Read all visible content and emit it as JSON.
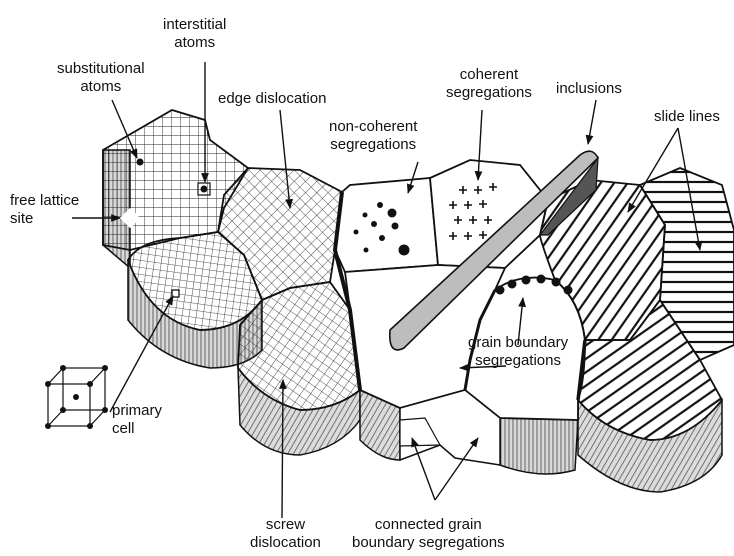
{
  "labels": {
    "interstitial_atoms": [
      "interstitial",
      "atoms"
    ],
    "substitutional_atoms": [
      "substitutional",
      "atoms"
    ],
    "edge_dislocation": "edge dislocation",
    "coherent_segregations": [
      "coherent",
      "segregations"
    ],
    "inclusions": "inclusions",
    "non_coherent_segregations": [
      "non-coherent",
      "segregations"
    ],
    "slide_lines": "slide lines",
    "free_lattice_site": [
      "free lattice",
      "site"
    ],
    "grain_boundary_segregations": [
      "grain boundary",
      "segregations"
    ],
    "primary_cell": [
      "primary",
      "cell"
    ],
    "screw_dislocation": [
      "screw",
      "dislocation"
    ],
    "connected_grain_boundary_segregations": [
      "connected grain",
      "boundary segregations"
    ]
  },
  "colors": {
    "ink": "#111111",
    "background": "#ffffff",
    "grain_side_fill": "#cfcfcf",
    "inclusion_fill": "#bdbdbd",
    "inclusion_dark_face": "#555555"
  }
}
